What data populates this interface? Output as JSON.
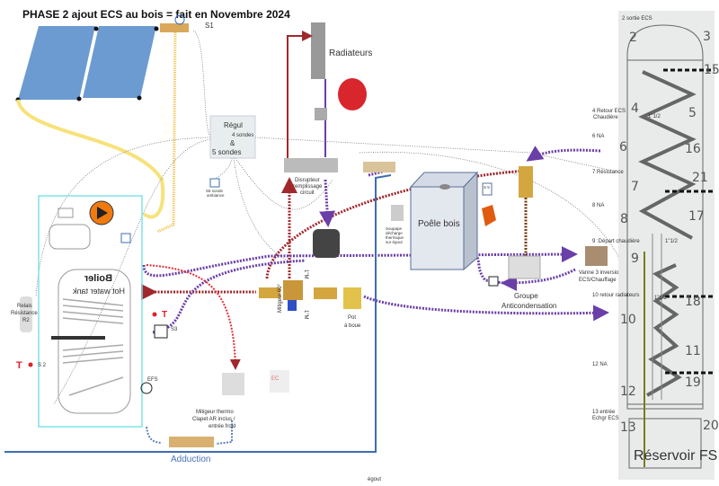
{
  "title": "PHASE 2 ajout ECS au bois = fait en Novembre 2024",
  "colors": {
    "solar_panel": "#6b9bd1",
    "solar_loop": "#f7e27a",
    "hot_pipe": "#a0282d",
    "return_pipe": "#7a4db0",
    "adduction": "#3e6db3",
    "tank_bg": "#e9ebea",
    "boiler_frame": "#7fe3e8",
    "expansion_tank": "#d8262c",
    "stove_outlet": "#7a3b10"
  },
  "labels": {
    "s1": "S1",
    "regul": "Régul",
    "sondes4": "4 sondes",
    "and": "&",
    "sondes5": "5 sondes",
    "s6_line1": "S6 sonde",
    "s6_line2": "ambiance",
    "radiateurs": "Radiateurs",
    "disrupteur_1": "Disrupteur",
    "disrupteur_2": "remplissage",
    "disrupteur_3": "circuit",
    "soupape_1": "Soupape",
    "soupape_2": "décharge",
    "soupape_3": "thermique",
    "soupape_4": "sur égout",
    "poele": "Poêle bois",
    "s5": "S 5",
    "groupe_1": "Groupe",
    "groupe_2": "Anticondensation",
    "vanne_1": "Vanne 3 inversion",
    "vanne_2": "ECS/Chauffage",
    "mitigeur": "Mitigeur 60°",
    "size_1m": "1\"M",
    "pot_1": "Pot",
    "pot_2": "à boue",
    "boiler_1": "Boiler",
    "boiler_2": "Hot water tank",
    "relais_1": "Relais",
    "relais_2": "Résistance",
    "relais_3": "R2",
    "s2": "S 2",
    "s3": "S3",
    "efs": "EFS",
    "t": "T",
    "mitigeur_thermo_1": "Mitigeur thermo",
    "mitigeur_thermo_2": "Clapet AR inclus /",
    "mitigeur_thermo_3": "entrée  froid",
    "ec": "EC",
    "adduction": "Adduction",
    "egout": "égout"
  },
  "reservoir": {
    "name": "Réservoir FS",
    "ports": [
      {
        "text": "2 sortie ECS"
      },
      {
        "text": "4 Retour ECS"
      },
      {
        "text": "Chaudière"
      },
      {
        "text": "6 NA"
      },
      {
        "text": "7 Résistance"
      },
      {
        "text": "8  NA"
      },
      {
        "text": "9 :Départ chaudière"
      },
      {
        "text": "10 retour  radiateurs"
      },
      {
        "text": "12  NA"
      },
      {
        "text": "13 entrée"
      },
      {
        "text": "Echgr ECS"
      }
    ],
    "size_1half_a": "1\"1/2",
    "size_1half_b": "1\"1/2",
    "size_1half_c": "1\"1/2",
    "numbers": [
      "2",
      "3",
      "15",
      "4",
      "5",
      "6",
      "16",
      "7",
      "21",
      "8",
      "17",
      "9",
      "18",
      "10",
      "11",
      "12",
      "19",
      "13",
      "20"
    ]
  }
}
